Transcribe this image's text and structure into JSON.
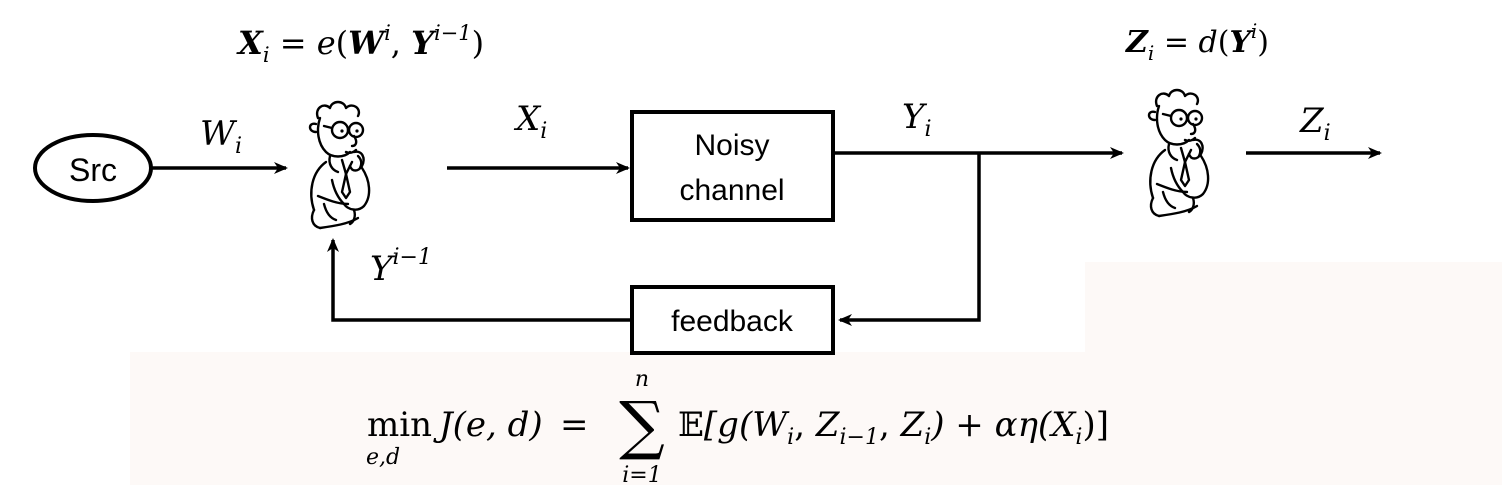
{
  "blocks": {
    "source": "Src",
    "channel_line1": "Noisy",
    "channel_line2": "channel",
    "feedback": "feedback"
  },
  "labels": {
    "encoder_eq": {
      "lhs_var": "X",
      "lhs_sub": "i",
      "eq": " = ",
      "func": "e",
      "open": "(",
      "arg1": "W",
      "arg1_sup": "i",
      "comma": ", ",
      "arg2": "Y",
      "arg2_sup": "i−1",
      "close": ")"
    },
    "decoder_eq": {
      "lhs_var": "Z",
      "lhs_sub": "i",
      "eq": " = ",
      "func": "d",
      "open": "(",
      "arg": "Y",
      "arg_sup": "i",
      "close": ")"
    },
    "w_edge": {
      "var": "W",
      "sub": "i"
    },
    "x_edge": {
      "var": "X",
      "sub": "i"
    },
    "y_edge": {
      "var": "Y",
      "sub": "i"
    },
    "z_edge": {
      "var": "Z",
      "sub": "i"
    },
    "feedback_edge": {
      "var": "Y",
      "sup": "i−1"
    }
  },
  "objective": {
    "min": "min",
    "min_sub": "e,d",
    "func": "J(e, d)",
    "eq": " = ",
    "sum_symbol": "∑",
    "sum_upper": "n",
    "sum_lower": "i=1",
    "expectation": "𝔼",
    "body_open": "[g(",
    "w": "W",
    "w_sub": "i",
    "sep1": ", ",
    "z1": "Z",
    "z1_sub": "i−1",
    "sep2": ", ",
    "z2": "Z",
    "z2_sub": "i",
    "body_mid": ") + αη(",
    "x": "X",
    "x_sub": "i",
    "body_close": ")]"
  },
  "icons": {
    "encoder": "thinking-man-icon",
    "decoder": "thinking-man-icon"
  }
}
